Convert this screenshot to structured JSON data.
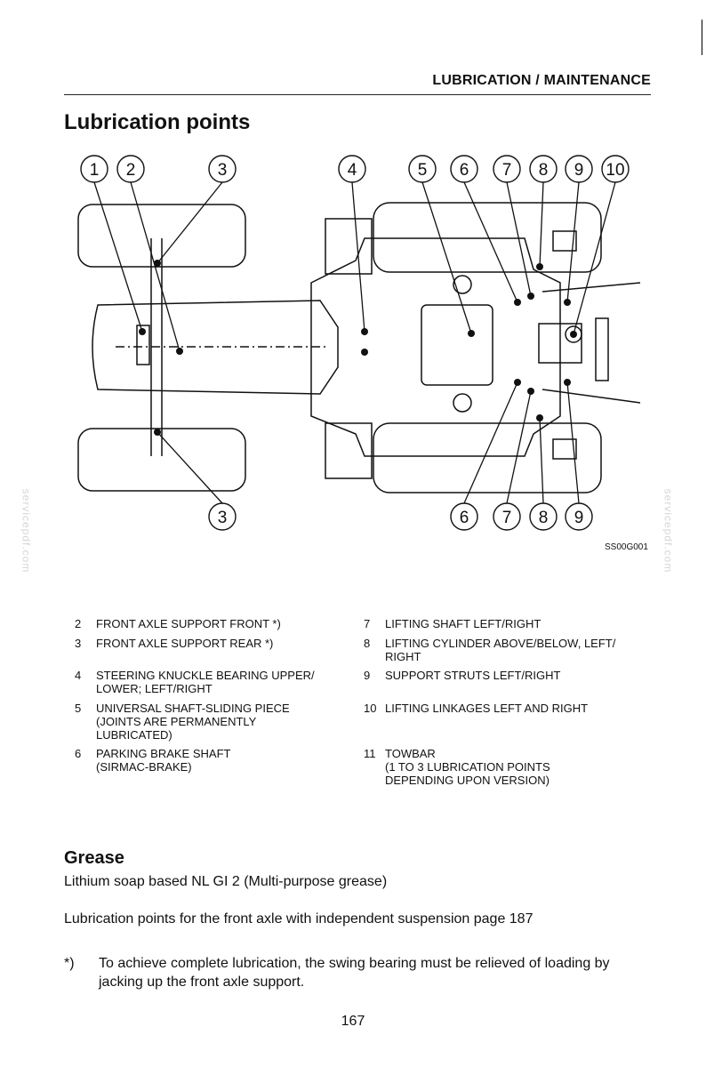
{
  "header": {
    "section": "LUBRICATION / MAINTENANCE"
  },
  "page_title": "Lubrication points",
  "diagram": {
    "code": "SS00G001",
    "callouts_top": [
      "1",
      "2",
      "3",
      "4",
      "5",
      "6",
      "7",
      "8",
      "9",
      "10"
    ],
    "callouts_bottom": [
      "3",
      "6",
      "7",
      "8",
      "9"
    ]
  },
  "watermark": "servicepdf.com",
  "legend": {
    "left": [
      {
        "num": "2",
        "text": "FRONT AXLE SUPPORT FRONT *)"
      },
      {
        "num": "3",
        "text": "FRONT AXLE SUPPORT REAR *)"
      },
      {
        "num": "4",
        "text": "STEERING KNUCKLE BEARING UPPER/\nLOWER; LEFT/RIGHT"
      },
      {
        "num": "5",
        "text": "UNIVERSAL SHAFT-SLIDING PIECE\n(JOINTS ARE PERMANENTLY\nLUBRICATED)"
      },
      {
        "num": "6",
        "text": "PARKING BRAKE SHAFT\n(SIRMAC-BRAKE)"
      }
    ],
    "right": [
      {
        "num": "7",
        "text": "LIFTING SHAFT LEFT/RIGHT"
      },
      {
        "num": "8",
        "text": "LIFTING CYLINDER ABOVE/BELOW, LEFT/\nRIGHT"
      },
      {
        "num": "9",
        "text": "SUPPORT STRUTS LEFT/RIGHT"
      },
      {
        "num": "10",
        "text": " LIFTING LINKAGES LEFT AND RIGHT"
      },
      {
        "num": "11",
        "text": "TOWBAR\n(1 TO 3 LUBRICATION POINTS\nDEPENDING UPON VERSION)"
      }
    ]
  },
  "grease": {
    "heading": "Grease",
    "line1": "Lithium soap based NL GI 2 (Multi-purpose grease)",
    "line2": "Lubrication points for the front axle with independent suspension  page 187",
    "footnote_mark": "*)",
    "footnote_text": "To achieve complete lubrication, the swing bearing must be relieved of loading by jacking up the front axle support."
  },
  "page_number": "167"
}
